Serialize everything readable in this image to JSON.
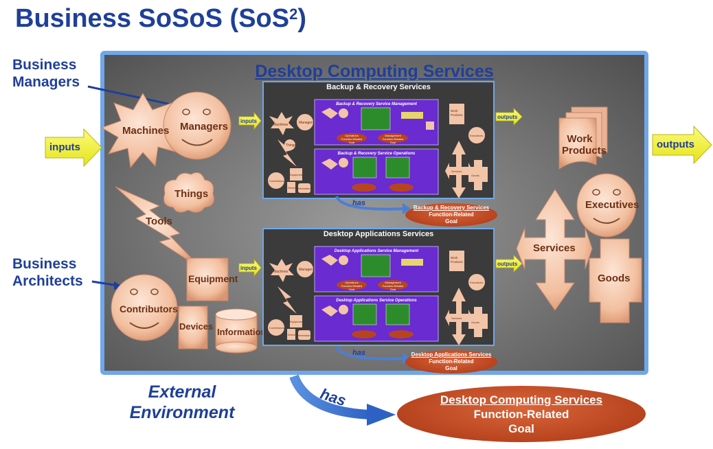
{
  "title": {
    "main": "Business SoSoS (SoS",
    "sup": "2",
    "close": ")"
  },
  "business_managers": [
    "Business",
    "Managers"
  ],
  "business_architects": [
    "Business",
    "Architects"
  ],
  "external_environment": [
    "External",
    "Environment"
  ],
  "frame_title": "Desktop Computing Services",
  "inputs_label": "inputs",
  "outputs_label": "outputs",
  "has_label": "has",
  "main_goal": {
    "line1": "Desktop Computing Services",
    "line2": "Function-Related",
    "line3": "Goal"
  },
  "left_elements": {
    "machines": "Machines",
    "managers": "Managers",
    "things": "Things",
    "tools": "Tools",
    "equipment": "Equipment",
    "contributors": "Contributors",
    "devices": "Devices",
    "information": "Information"
  },
  "right_elements": {
    "work_products": [
      "Work",
      "Products"
    ],
    "executives": "Executives",
    "services": "Services",
    "goods": "Goods"
  },
  "panel_top": {
    "title": "Backup & Recovery Services",
    "sub_mgmt": "Backup & Recovery Service Management",
    "sub_ops": "Backup & Recovery Service Operations",
    "goal": [
      "Backup & Recovery Services",
      "Function-Related",
      "Goal"
    ]
  },
  "panel_bottom": {
    "title": "Desktop Applications Services",
    "sub_mgmt": "Desktop Applications Service Management",
    "sub_ops": "Desktop Applications Service Operations",
    "goal": [
      "Desktop Applications Services",
      "Function-Related",
      "Goal"
    ]
  },
  "mini": {
    "machines": "Machines",
    "managers": "Managers",
    "things": "Things",
    "equipment": "Equipment",
    "contributors": "Contributors",
    "devices": "Devices",
    "information": "Information",
    "inputs": "inputs",
    "outputs": "outputs",
    "work_products": [
      "Work",
      "Products"
    ],
    "executives": "Executives",
    "services": "Services",
    "goods": "Goods",
    "ops_goal": [
      "Operations",
      "Function-Related",
      "Goal"
    ],
    "mgmt_goal": [
      "Management",
      "Function-Related",
      "Goal"
    ]
  },
  "colors": {
    "title_blue": "#1f3f99",
    "frame_border": "#6fa7ea",
    "goal": "#b8441f",
    "arrow_yellow": "#f4f23a",
    "shape_fill": "#f2c4a8",
    "panel_purple": "#6a2bd0"
  }
}
